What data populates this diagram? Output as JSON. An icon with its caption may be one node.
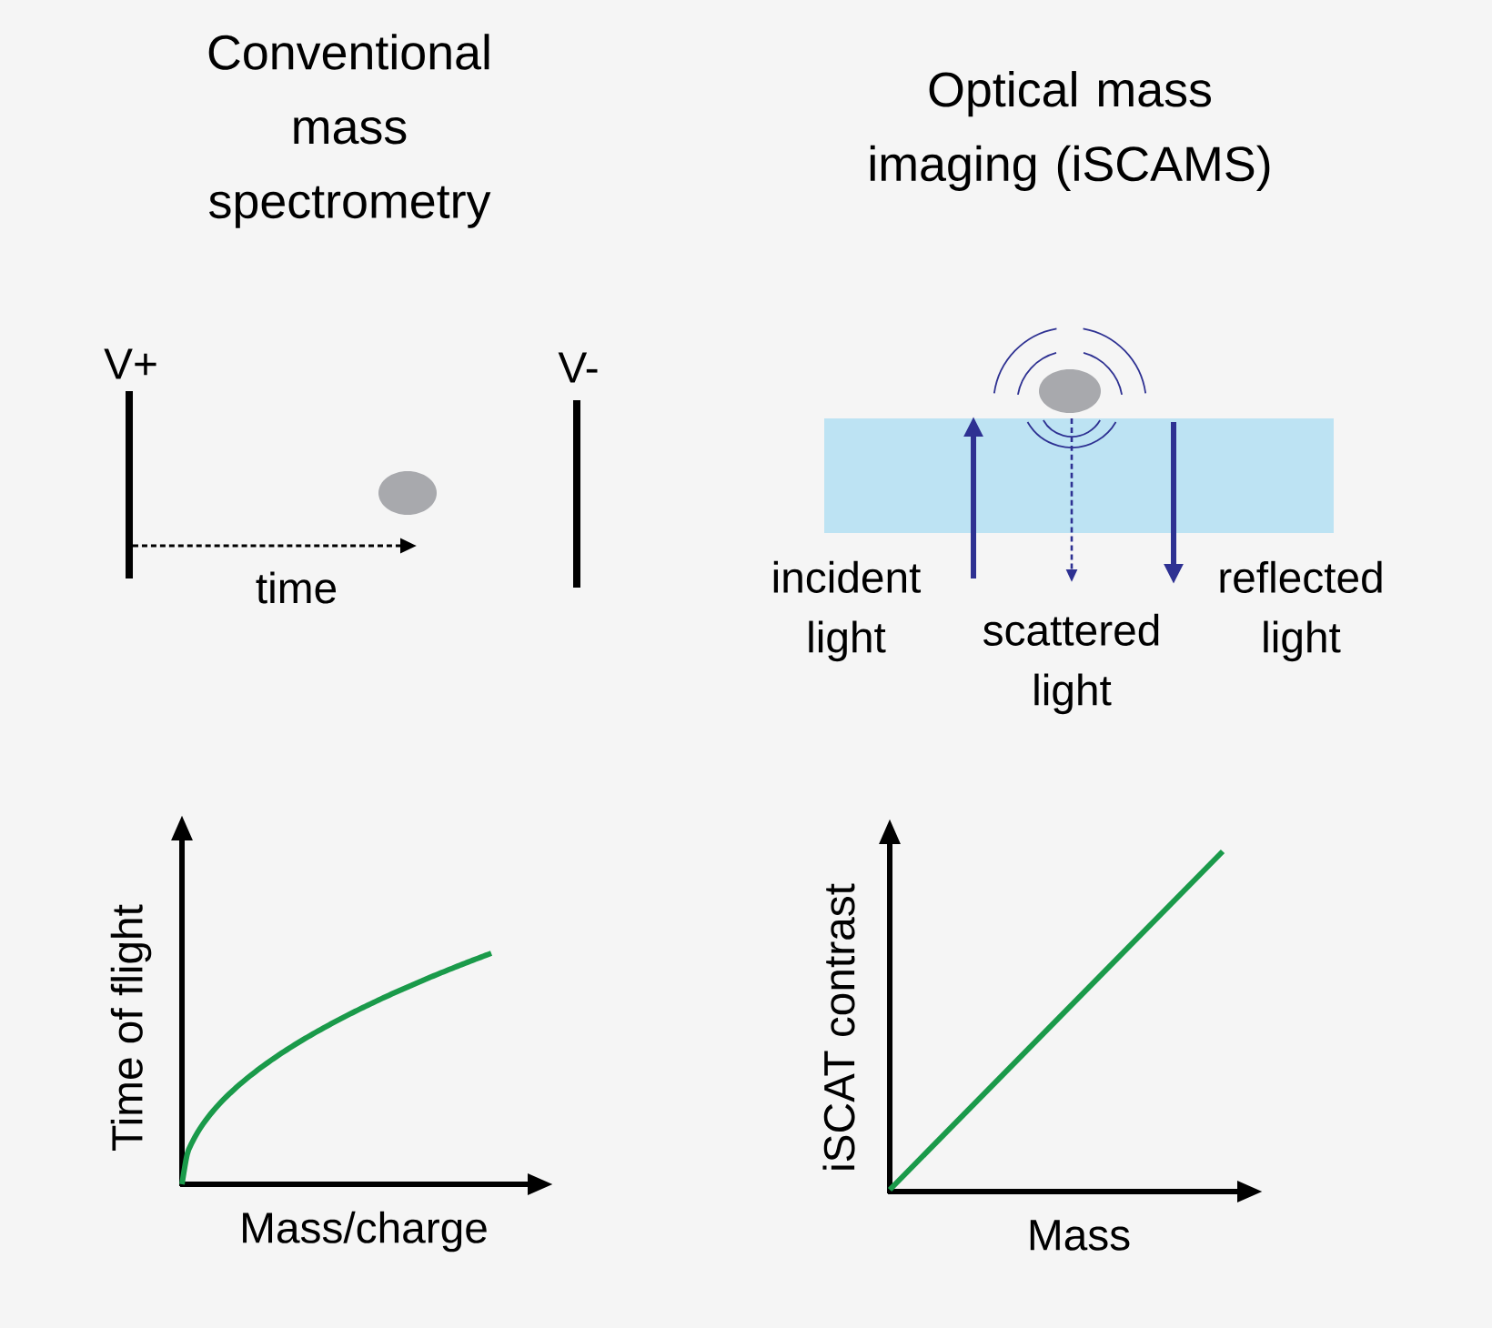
{
  "diagram": {
    "labels": [
      "Conventional mass spectrometry",
      "Optical mass imaging (iSCAMS)",
      "V+",
      "V-",
      "time",
      "incident light",
      "scattered light",
      "reflected light",
      "Time of flight",
      "Mass/charge",
      "iSCAT contrast",
      "Mass"
    ]
  }
}
